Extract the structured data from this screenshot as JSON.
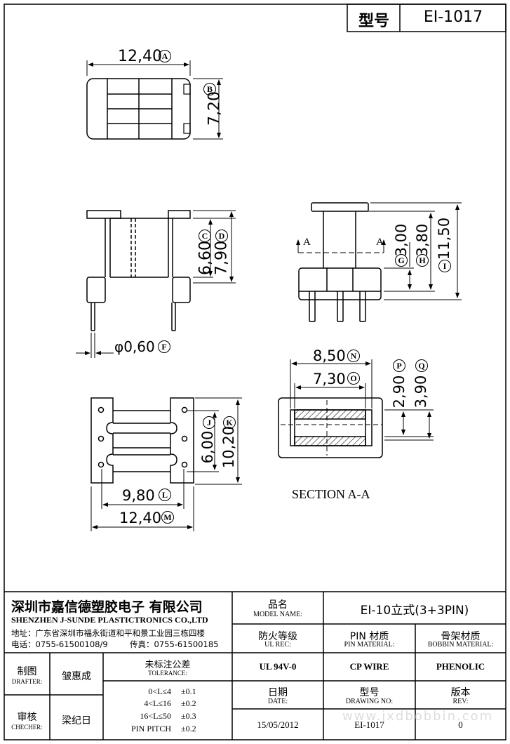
{
  "header": {
    "model_label": "型号",
    "model_value": "EI-1017"
  },
  "dimensions": {
    "A": "12,40",
    "B": "7,20",
    "C": "6,60",
    "D": "7,90",
    "F": "φ0,60",
    "G": "3,00",
    "H": "3,80",
    "I": "11,50",
    "N": "8,50",
    "O": "7,30",
    "P": "2,90",
    "Q": "3,90",
    "J": "6,00",
    "K": "10,20",
    "L": "9,80",
    "M": "12,40"
  },
  "letters": {
    "A": "A",
    "B": "B",
    "C": "C",
    "D": "D",
    "F": "F",
    "G": "G",
    "H": "H",
    "I": "I",
    "N": "N",
    "O": "O",
    "P": "P",
    "Q": "Q",
    "J": "J",
    "K": "K",
    "L": "L",
    "M": "M"
  },
  "section": {
    "arrow_left": "A",
    "arrow_right": "A",
    "label": "SECTION A-A"
  },
  "title_block": {
    "company_cn": "深圳市嘉信德塑胶电子 有限公司",
    "company_en": "SHENZHEN J-SUNDE PLASTICTRONICS CO.,LTD",
    "address": "地址：广东省深圳市福永街道和平和景工业园三栋四楼",
    "phone": "电话：0755-61500108/9",
    "fax": "传真：0755-61500185",
    "model_name_cn": "品名",
    "model_name_en": "MODEL NAME:",
    "model_name_value": "EI-10立式(3+3PIN)",
    "ul_cn": "防火等级",
    "ul_en": "UL REC:",
    "ul_value": "UL 94V-0",
    "pin_cn": "PIN 材质",
    "pin_en": "PIN MATERIAL:",
    "pin_value": "CP WIRE",
    "bobbin_cn": "骨架材质",
    "bobbin_en": "BOBBIN MATERIAL:",
    "bobbin_value": "PHENOLIC",
    "drafter_cn": "制图",
    "drafter_en": "DRAFTER:",
    "drafter_name": "皱惠成",
    "checker_cn": "审核",
    "checker_en": "CHECHER:",
    "checker_name": "梁纪日",
    "tol_cn": "未标注公差",
    "tol_en": "TOLERANCE:",
    "tolerances": [
      {
        "range": "0<L≤4",
        "value": "±0.1"
      },
      {
        "range": "4<L≤16",
        "value": "±0.2"
      },
      {
        "range": "16<L≤50",
        "value": "±0.3"
      },
      {
        "range": "PIN PITCH",
        "value": "±0.2"
      }
    ],
    "date_cn": "日期",
    "date_en": "DATE:",
    "date_value": "15/05/2012",
    "drawing_cn": "型号",
    "drawing_en": "DRAWING NO:",
    "drawing_value": "EI-1017",
    "rev_cn": "版本",
    "rev_en": "REV:",
    "rev_value": "0",
    "watermark": "www.jxdbobbin.com"
  }
}
